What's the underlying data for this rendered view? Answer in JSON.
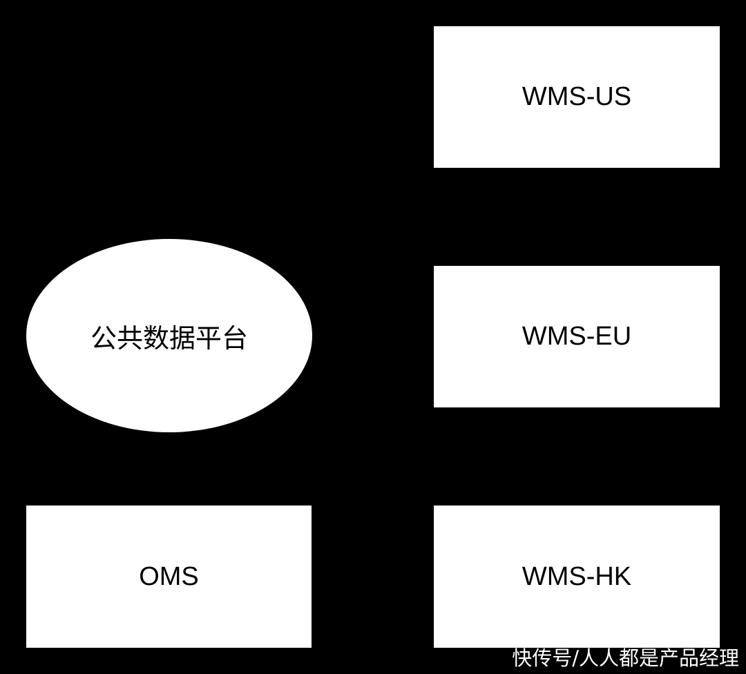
{
  "nodes": {
    "wms_us": "WMS-US",
    "wms_eu": "WMS-EU",
    "wms_hk": "WMS-HK",
    "oms": "OMS",
    "platform": "公共数据平台"
  },
  "watermark": "快传号/人人都是产品经理",
  "colors": {
    "background": "#000000",
    "node_fill": "#ffffff",
    "text": "#000000"
  }
}
